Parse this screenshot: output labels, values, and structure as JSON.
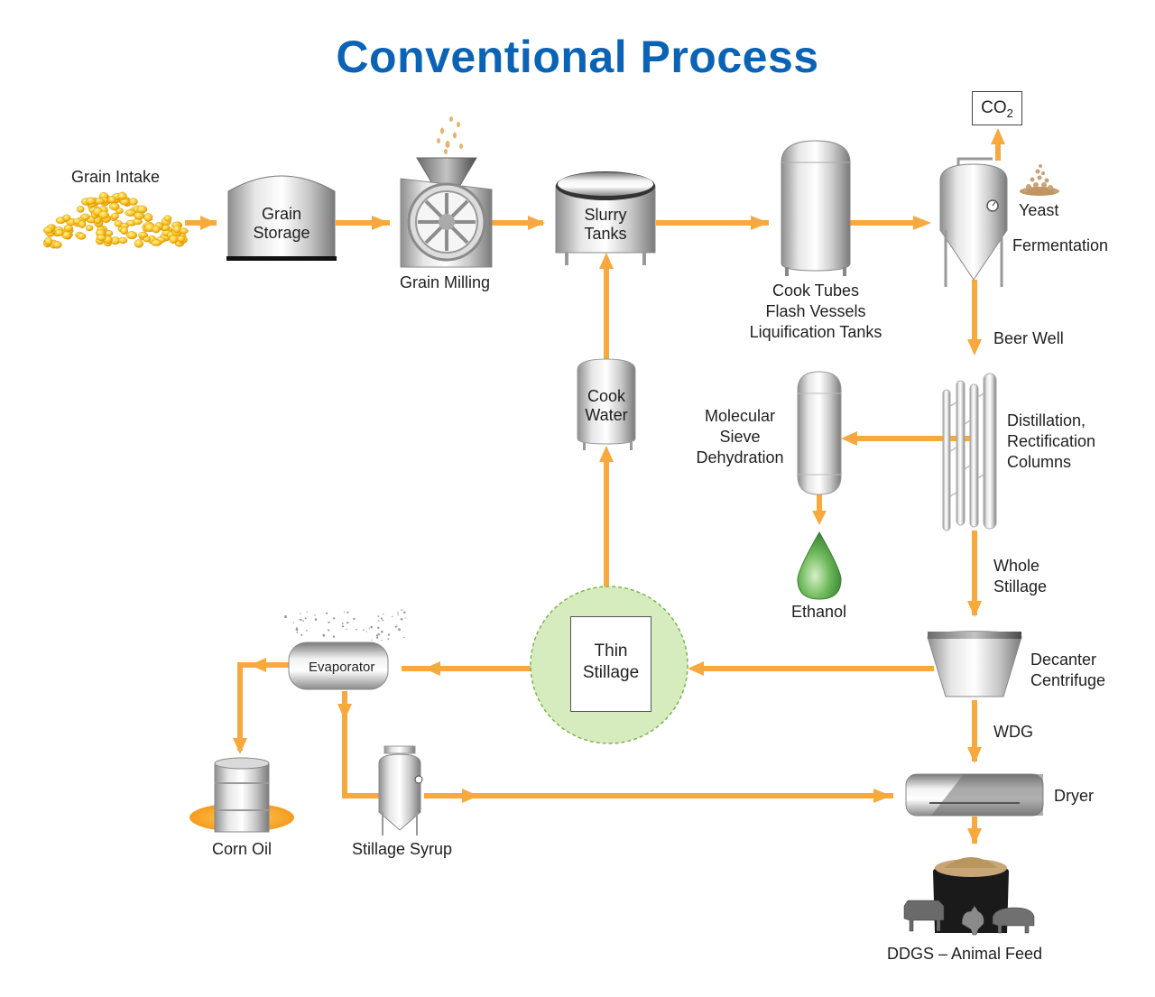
{
  "title": "Conventional Process",
  "colors": {
    "flow": "#f7a93d",
    "title": "#0b63b6",
    "thin_stillage_bg": "#d7ecbe"
  },
  "nodes": {
    "grain_intake": "Grain Intake",
    "grain_storage": {
      "line1": "Grain",
      "line2": "Storage"
    },
    "grain_milling": "Grain Milling",
    "slurry_tanks": {
      "line1": "Slurry",
      "line2": "Tanks"
    },
    "cook_tubes": {
      "line1": "Cook Tubes",
      "line2": "Flash Vessels",
      "line3": "Liquification Tanks"
    },
    "co2": {
      "base": "CO",
      "sub": "2"
    },
    "yeast": "Yeast",
    "fermentation": "Fermentation",
    "beer_well": "Beer Well",
    "distillation": {
      "line1": "Distillation,",
      "line2": "Rectification",
      "line3": "Columns"
    },
    "molecular_sieve": {
      "line1": "Molecular",
      "line2": "Sieve",
      "line3": "Dehydration"
    },
    "ethanol": "Ethanol",
    "cook_water": {
      "line1": "Cook",
      "line2": "Water"
    },
    "whole_stillage": {
      "line1": "Whole",
      "line2": "Stillage"
    },
    "decanter": {
      "line1": "Decanter",
      "line2": "Centrifuge"
    },
    "thin_stillage": {
      "line1": "Thin",
      "line2": "Stillage"
    },
    "evaporator": "Evaporator",
    "wdg": "WDG",
    "dryer": "Dryer",
    "corn_oil": "Corn Oil",
    "stillage_syrup": "Stillage Syrup",
    "ddgs": "DDGS – Animal Feed"
  }
}
